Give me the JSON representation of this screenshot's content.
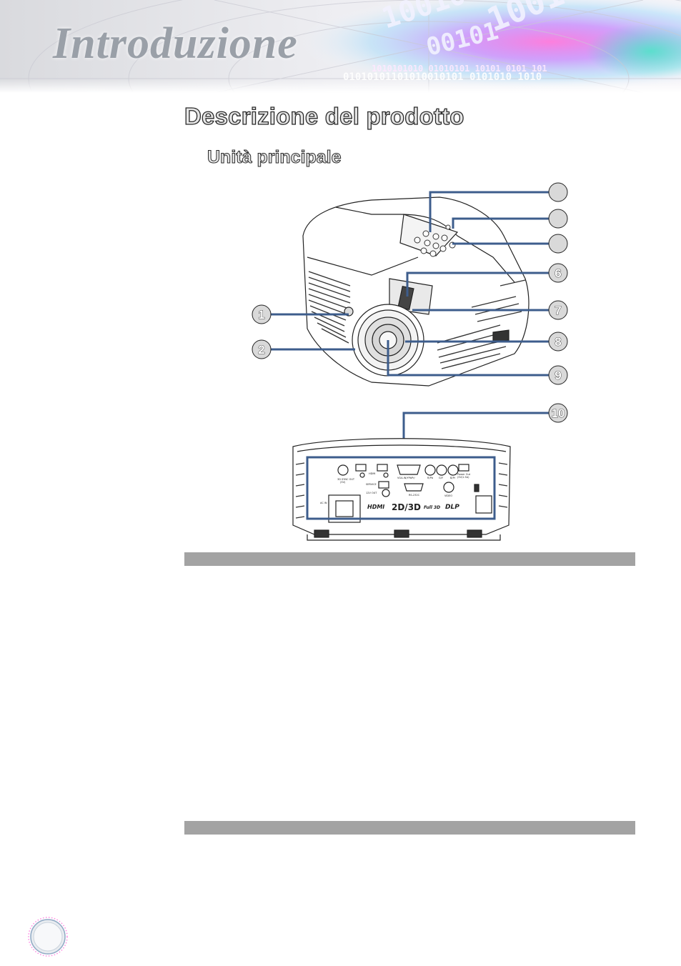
{
  "header": {
    "banner_title": "Introduzione"
  },
  "main": {
    "section_title": "Descrizione del prodotto",
    "sub_title": "Unità principale"
  },
  "figure": {
    "callouts": [
      "1",
      "2",
      "",
      "",
      "",
      "6",
      "7",
      "8",
      "9",
      "10"
    ],
    "panel_labels": {
      "out_3d": "3D SYNC OUT",
      "out_3d_sub": "(5V)",
      "hdmi": "HDMI",
      "vga": "VGA-IN/YPbPr/",
      "audio_r": "R/Pb",
      "audio_g": "G/Y",
      "audio_b": "B/Pr",
      "power_out": "Power Out",
      "power_out_sub": "(5V/1.5A)",
      "service": "SERVICE",
      "rs232": "RS-232C",
      "vga_out": "12V OUT",
      "video": "VIDEO",
      "ac_in": "AC IN",
      "logo_hdmi": "HDMI",
      "logo_2d3d": "2D/3D",
      "logo_full3d": "Full 3D",
      "logo_dlp": "DLP"
    }
  },
  "colors": {
    "callout_line": "#3d5d8c",
    "gray_bar": "#a3a3a3"
  }
}
